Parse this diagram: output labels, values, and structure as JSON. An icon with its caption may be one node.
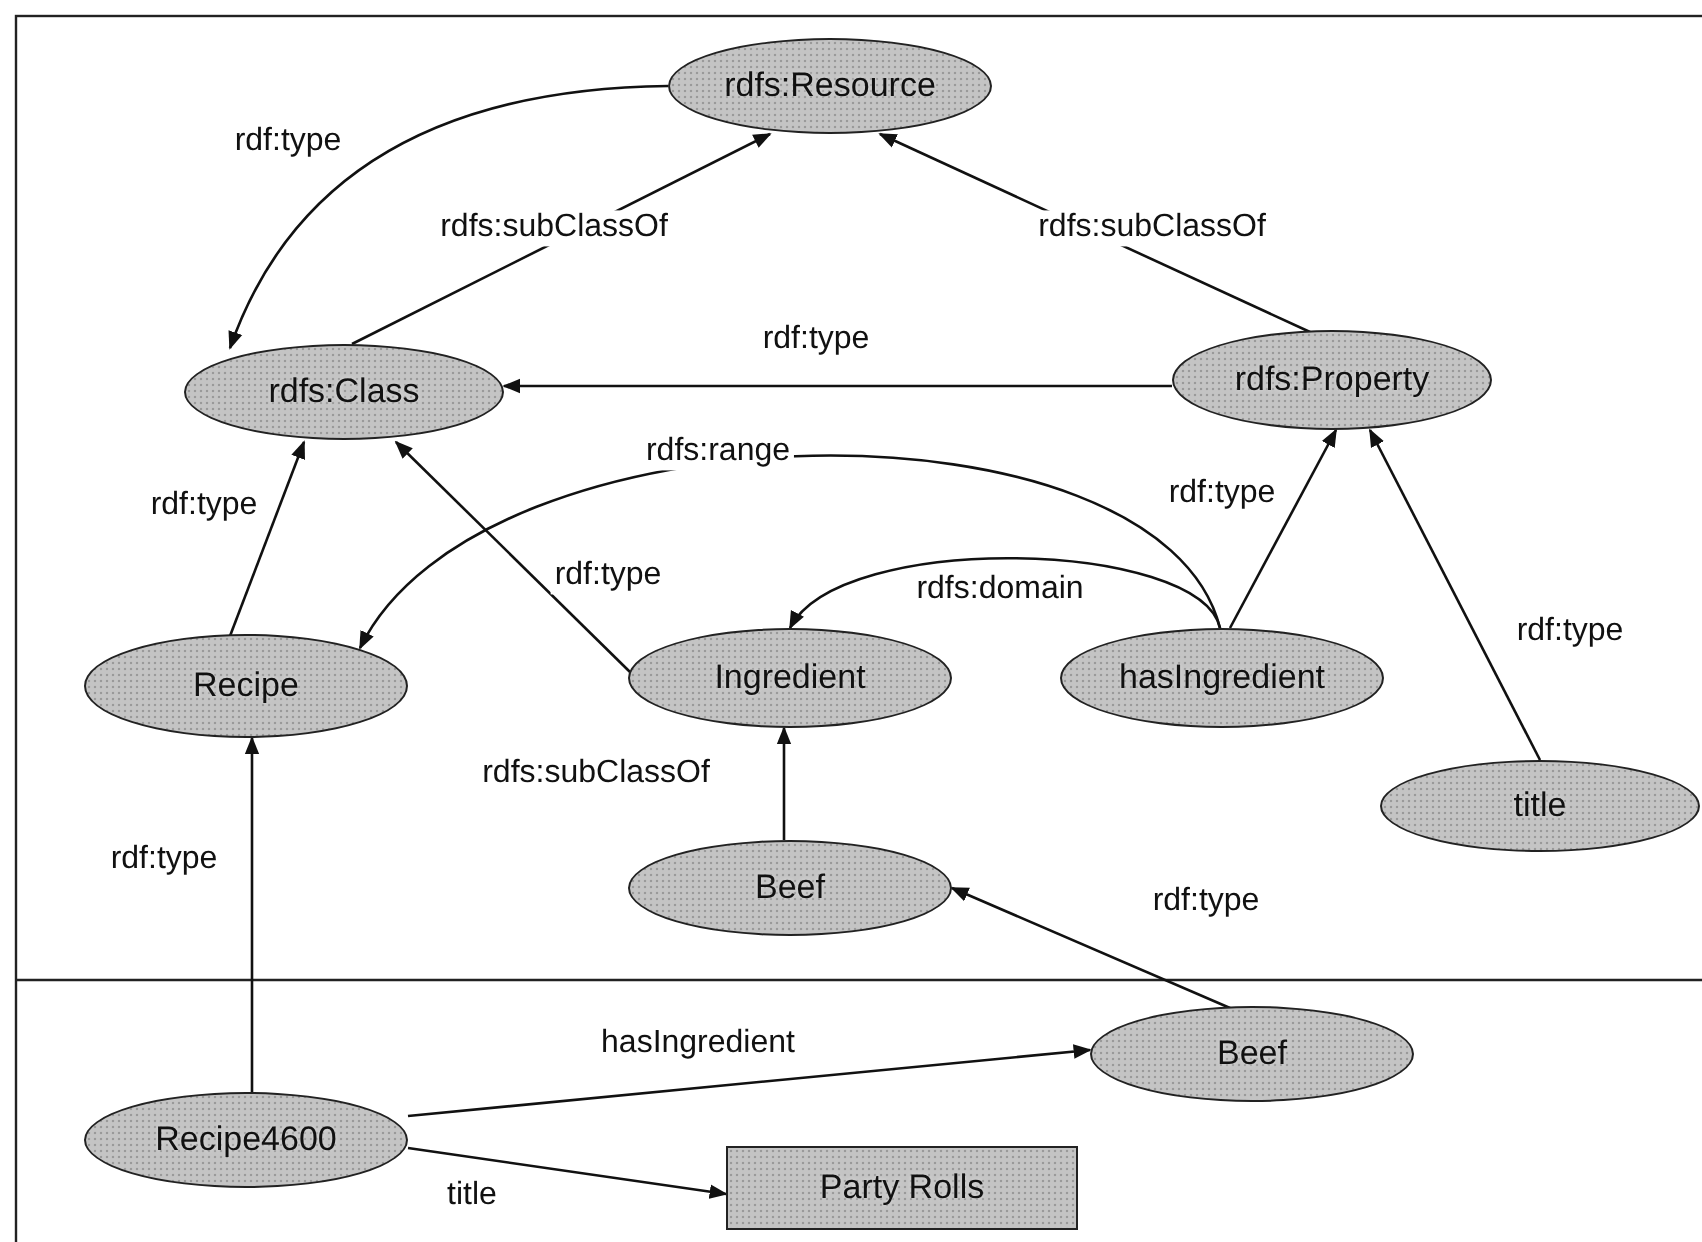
{
  "diagram": {
    "nodes": [
      {
        "text": [
          "rdfs:Resource"
        ]
      },
      {
        "text": [
          "rdfs:Class"
        ]
      },
      {
        "text": [
          "rdfs:Property"
        ]
      },
      {
        "text": [
          "Recipe"
        ]
      },
      {
        "text": [
          "Ingredient"
        ]
      },
      {
        "text": [
          "hasIngredient"
        ]
      },
      {
        "text": [
          "title"
        ]
      },
      {
        "text": [
          "Beef"
        ]
      },
      {
        "text": [
          "Beef"
        ]
      },
      {
        "text": [
          "Recipe4600"
        ]
      },
      {
        "text": [
          "Party Rolls"
        ]
      }
    ],
    "edges": [
      {
        "from": 0,
        "to": 1,
        "arrow": "to",
        "label": "rdf:type"
      },
      {
        "from": 1,
        "to": 0,
        "arrow": "to",
        "label": "rdfs:subClassOf"
      },
      {
        "from": 2,
        "to": 0,
        "arrow": "to",
        "label": "rdfs:subClassOf"
      },
      {
        "from": 2,
        "to": 1,
        "arrow": "to",
        "label": "rdf:type"
      },
      {
        "from": 3,
        "to": 1,
        "arrow": "to",
        "label": "rdf:type"
      },
      {
        "from": 4,
        "to": 1,
        "arrow": "to",
        "label": "rdf:type"
      },
      {
        "from": 5,
        "to": 3,
        "arrow": "to",
        "label": "rdfs:range"
      },
      {
        "from": 5,
        "to": 4,
        "arrow": "to",
        "label": "rdfs:domain"
      },
      {
        "from": 5,
        "to": 2,
        "arrow": "to",
        "label": "rdf:type"
      },
      {
        "from": 6,
        "to": 2,
        "arrow": "to",
        "label": "rdf:type"
      },
      {
        "from": 7,
        "to": 4,
        "arrow": "to",
        "label": "rdfs:subClassOf"
      },
      {
        "from": 8,
        "to": 7,
        "arrow": "to",
        "label": "rdf:type"
      },
      {
        "from": 9,
        "to": 3,
        "arrow": "to",
        "label": "rdf:type"
      },
      {
        "from": 9,
        "to": 8,
        "arrow": "to",
        "label": "hasIngredient"
      },
      {
        "from": 9,
        "to": 10,
        "arrow": "to",
        "label": "title"
      }
    ]
  }
}
